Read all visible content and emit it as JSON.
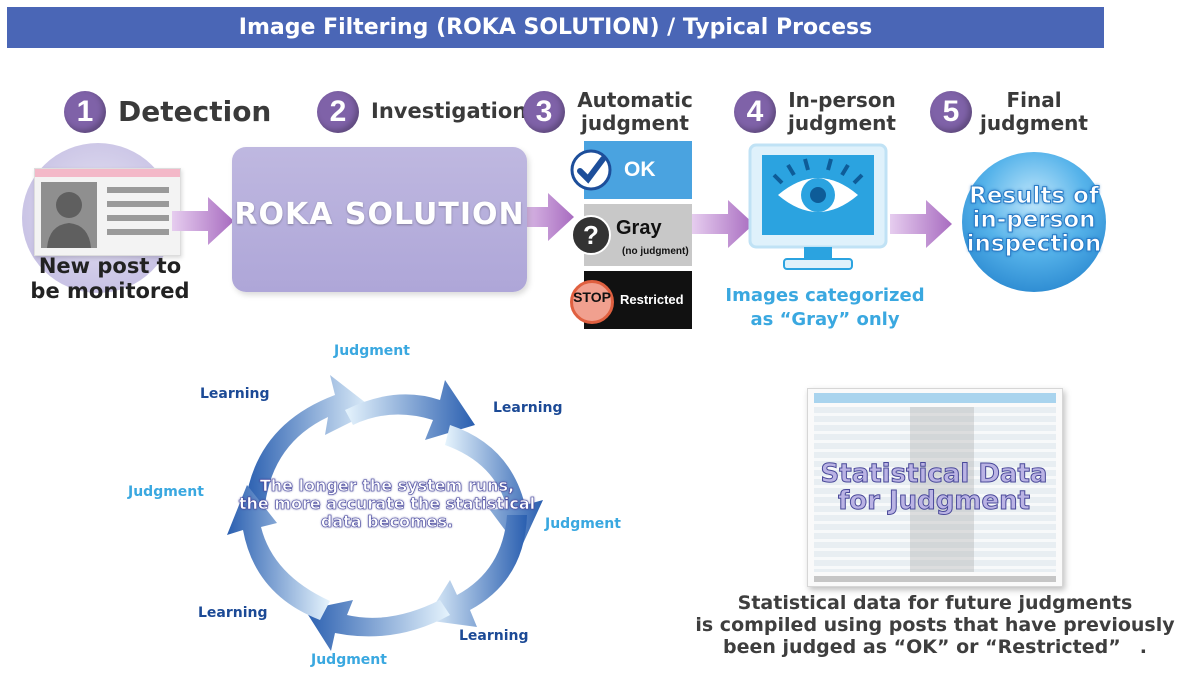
{
  "header": {
    "title": "Image Filtering (ROKA SOLUTION) / Typical Process"
  },
  "steps": [
    {
      "number": "1",
      "label": "Detection"
    },
    {
      "number": "2",
      "label": "Investigation"
    },
    {
      "number": "3",
      "label_line1": "Automatic",
      "label_line2": "judgment"
    },
    {
      "number": "4",
      "label_line1": "In-person",
      "label_line2": "judgment"
    },
    {
      "number": "5",
      "label_line1": "Final",
      "label_line2": "judgment"
    }
  ],
  "detection": {
    "caption_line1": "New post to",
    "caption_line2": "be monitored"
  },
  "investigation": {
    "box_label": "ROKA SOLUTION"
  },
  "auto": {
    "ok_label": "OK",
    "gray_label": "Gray",
    "gray_sub": "(no judgment)",
    "stop_label": "STOP",
    "restricted_label": "Restricted"
  },
  "inperson": {
    "caption_line1": "Images categorized",
    "caption_line2": "as “Gray” only"
  },
  "final": {
    "line1": "Results of",
    "line2": "in-person",
    "line3": "inspection"
  },
  "cycle": {
    "judgment": "Judgment",
    "learning": "Learning",
    "center_line1": "The longer the system runs,",
    "center_line2": "the more accurate the statistical",
    "center_line3": "data becomes."
  },
  "stats": {
    "doc_line1": "Statistical Data",
    "doc_line2": "for Judgment",
    "caption_line1": "Statistical data for future judgments",
    "caption_line2": "is compiled using posts that have previously",
    "caption_line3": "been judged as “OK” or “Restricted”　."
  },
  "colors": {
    "header_bg": "#4a66b6",
    "step_circle": "#7f62a8",
    "arrow": "#b07cc6",
    "roka_box": "#b3acdb",
    "ok_bg": "#4aa3e0",
    "gray_bg": "#c8c8c8",
    "restricted_bg": "#111111",
    "accent_blue": "#3aa8e0",
    "dark_blue": "#1c4a96"
  }
}
